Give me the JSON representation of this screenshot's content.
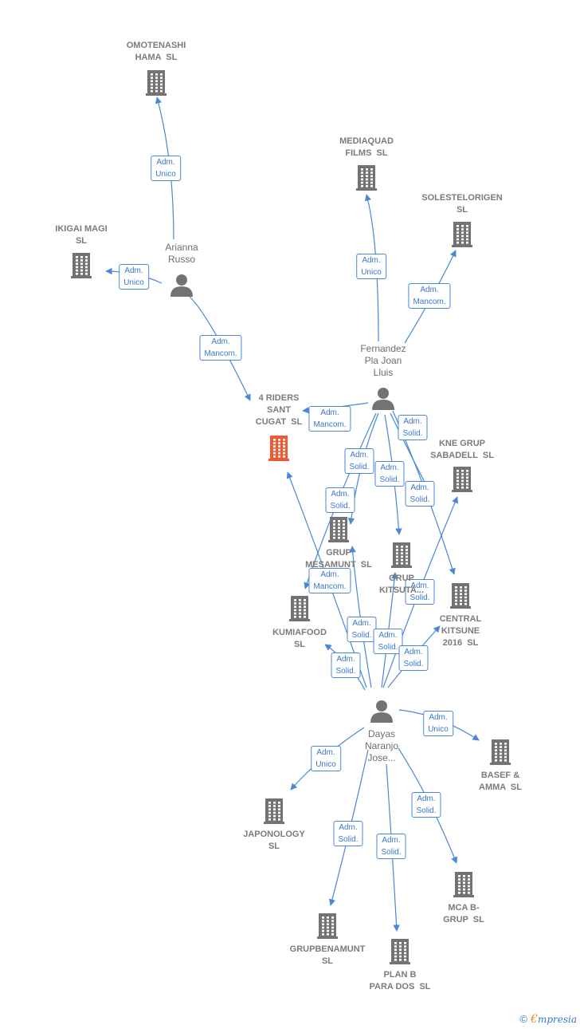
{
  "colors": {
    "edge": "#4a87d4",
    "building": "#737373",
    "highlight": "#ee5a33",
    "person": "#737373"
  },
  "companies": [
    {
      "id": "omotenashi",
      "label": "OMOTENASHI\nHAMA  SL"
    },
    {
      "id": "mediaquad",
      "label": "MEDIAQUAD\nFILMS  SL"
    },
    {
      "id": "solestelorigen",
      "label": "SOLESTELORIGEN\nSL"
    },
    {
      "id": "ikigai",
      "label": "IKIGAI MAGI\nSL"
    },
    {
      "id": "riders",
      "label": "4 RIDERS\nSANT\nCUGAT  SL",
      "highlight": true
    },
    {
      "id": "knegrup",
      "label": "KNE GRUP\nSABADELL  SL"
    },
    {
      "id": "mesamunt",
      "label": "GRUP\nMESAMUNT  SL"
    },
    {
      "id": "kitsuta",
      "label": "GRUP\nKITSUTA..."
    },
    {
      "id": "kumiafood",
      "label": "KUMIAFOOD\nSL"
    },
    {
      "id": "central",
      "label": "CENTRAL\nKITSUNE\n2016  SL"
    },
    {
      "id": "basef",
      "label": "BASEF &\nAMMA  SL"
    },
    {
      "id": "japonology",
      "label": "JAPONOLOGY\nSL"
    },
    {
      "id": "mcab",
      "label": "MCA B-\nGRUP  SL"
    },
    {
      "id": "grupbenamunt",
      "label": "GRUPBENAMUNT\nSL"
    },
    {
      "id": "planb",
      "label": "PLAN B\nPARA DOS  SL"
    }
  ],
  "persons": [
    {
      "id": "arianna",
      "label": "Arianna\nRusso"
    },
    {
      "id": "fernandez",
      "label": "Fernandez\nPla Joan\nLluis"
    },
    {
      "id": "dayas",
      "label": "Dayas\nNaranjo\nJose..."
    }
  ],
  "relations": [
    {
      "from": "arianna",
      "to": "omotenashi",
      "label": "Adm.\nUnico"
    },
    {
      "from": "arianna",
      "to": "ikigai",
      "label": "Adm.\nUnico"
    },
    {
      "from": "arianna",
      "to": "riders",
      "label": "Adm.\nMancom."
    },
    {
      "from": "fernandez",
      "to": "mediaquad",
      "label": "Adm.\nUnico"
    },
    {
      "from": "fernandez",
      "to": "solestelorigen",
      "label": "Adm.\nMancom."
    },
    {
      "from": "fernandez",
      "to": "riders",
      "label": "Adm.\nMancom."
    },
    {
      "from": "fernandez",
      "to": "kumiafood",
      "label": "Adm.\nSolid."
    },
    {
      "from": "fernandez",
      "to": "mesamunt",
      "label": "Adm.\nSolid."
    },
    {
      "from": "fernandez",
      "to": "kitsuta",
      "label": "Adm.\nSolid."
    },
    {
      "from": "fernandez",
      "to": "knegrup",
      "label": "Adm.\nSolid."
    },
    {
      "from": "fernandez",
      "to": "central",
      "label": "Adm.\nSolid."
    },
    {
      "from": "dayas",
      "to": "riders",
      "label": "Adm.\nMancom."
    },
    {
      "from": "dayas",
      "to": "kumiafood",
      "label": "Adm.\nSolid."
    },
    {
      "from": "dayas",
      "to": "mesamunt",
      "label": "Adm.\nSolid."
    },
    {
      "from": "dayas",
      "to": "kitsuta",
      "label": "Adm.\nSolid."
    },
    {
      "from": "dayas",
      "to": "central",
      "label": "Adm.\nSolid."
    },
    {
      "from": "dayas",
      "to": "knegrup",
      "label": "Adm.\nSolid."
    },
    {
      "from": "dayas",
      "to": "basef",
      "label": "Adm.\nUnico"
    },
    {
      "from": "dayas",
      "to": "japonology",
      "label": "Adm.\nUnico"
    },
    {
      "from": "dayas",
      "to": "mcab",
      "label": "Adm.\nSolid."
    },
    {
      "from": "dayas",
      "to": "grupbenamunt",
      "label": "Adm.\nSolid."
    },
    {
      "from": "dayas",
      "to": "planb",
      "label": "Adm.\nSolid."
    }
  ],
  "footer": {
    "copyright": "©",
    "brand_initial": "€",
    "brand_rest": "mpresia"
  }
}
